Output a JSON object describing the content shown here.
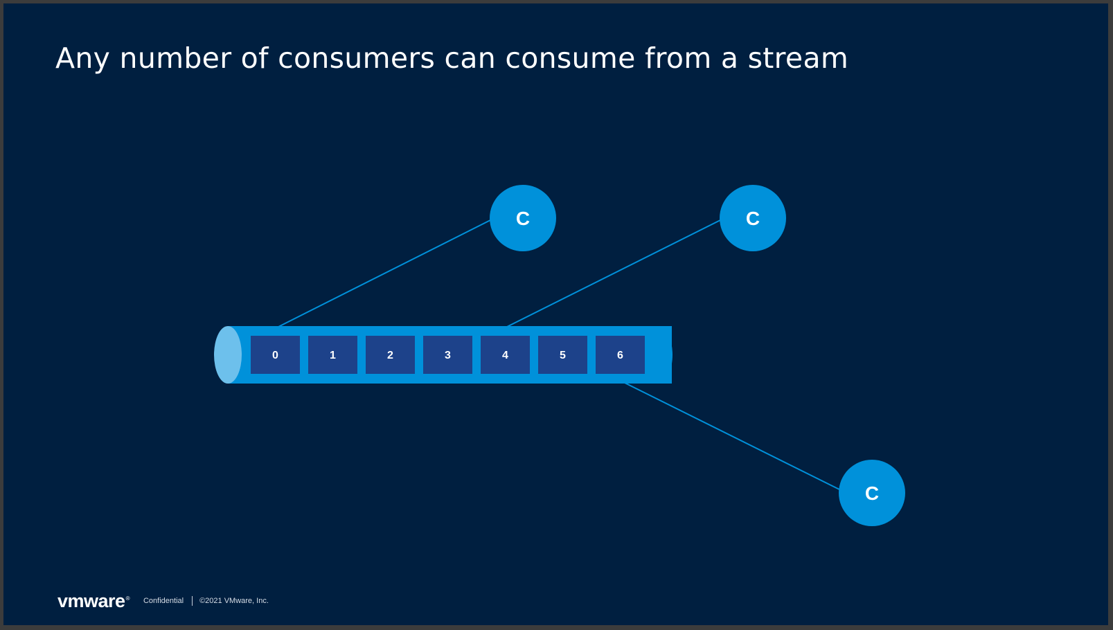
{
  "slide": {
    "title": "Any number of consumers can consume from a stream"
  },
  "stream": {
    "cells": [
      "0",
      "1",
      "2",
      "3",
      "4",
      "5",
      "6"
    ]
  },
  "consumers": [
    {
      "label": "C"
    },
    {
      "label": "C"
    },
    {
      "label": "C"
    }
  ],
  "footer": {
    "logo": "vmware",
    "confidential": "Confidential",
    "copyright": "©2021 VMware, Inc."
  },
  "colors": {
    "background": "#001f40",
    "stream_body": "#0091da",
    "stream_end": "#6dc0ec",
    "cell": "#1d428a",
    "consumer": "#0091da",
    "connector": "#0091da"
  }
}
